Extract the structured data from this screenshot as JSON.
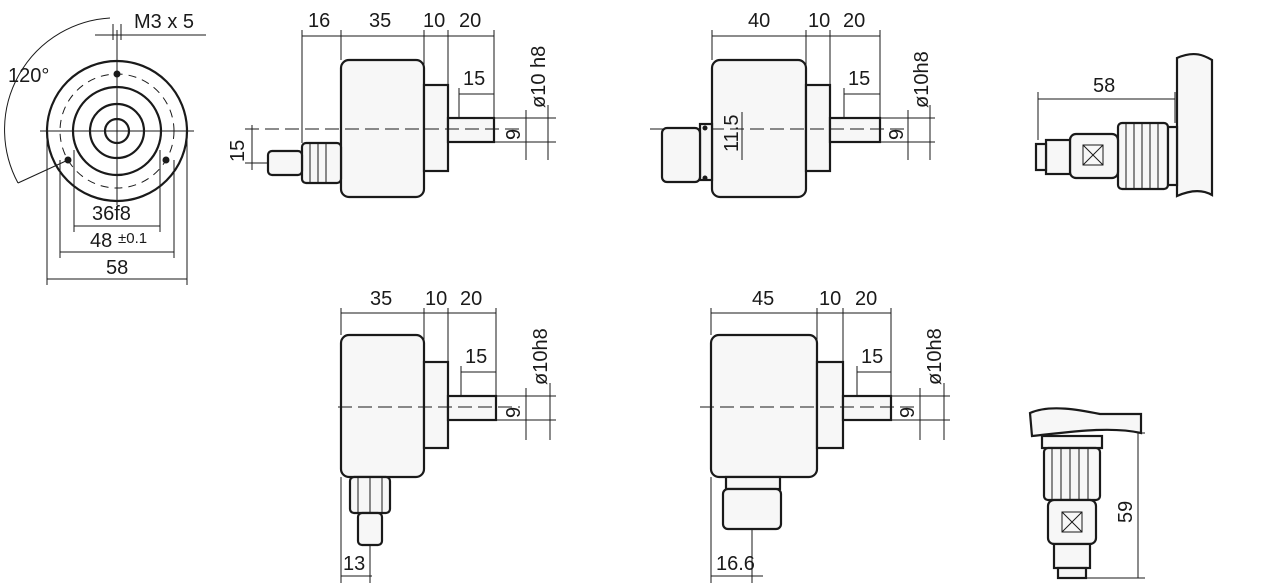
{
  "front_view": {
    "thread_label": "M3 x 5",
    "angle_label": "120°",
    "dia_36": "36f8",
    "dia_48": "48",
    "dia_48_tol": "±0.1",
    "dia_58": "58"
  },
  "side_cable": {
    "d16": "16",
    "d35": "35",
    "d10": "10",
    "d20": "20",
    "d15": "15",
    "shaft": "ø10 h8",
    "d9": "9",
    "h15": "15"
  },
  "side_connector": {
    "d40": "40",
    "d10": "10",
    "d20": "20",
    "d15": "15",
    "shaft": "ø10h8",
    "d9": "9",
    "h11_5": "11.5"
  },
  "mating_connector": {
    "d58": "58"
  },
  "radial_cable": {
    "d35": "35",
    "d10": "10",
    "d20": "20",
    "d15": "15",
    "shaft": "ø10h8",
    "d9": "9",
    "d13": "13"
  },
  "radial_connector": {
    "d45": "45",
    "d10": "10",
    "d20": "20",
    "d15": "15",
    "shaft": "ø10h8",
    "d9": "9",
    "d16_6": "16.6"
  },
  "radial_mating": {
    "d59": "59"
  }
}
